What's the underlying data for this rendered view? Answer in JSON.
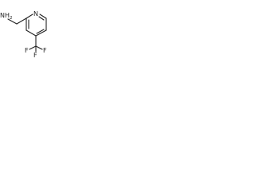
{
  "molecule": {
    "atoms": {
      "ring_nitrogen": "N",
      "amine": "NH",
      "amine_subscript": "2",
      "fluorine_1": "F",
      "fluorine_2": "F",
      "fluorine_3": "F"
    }
  }
}
